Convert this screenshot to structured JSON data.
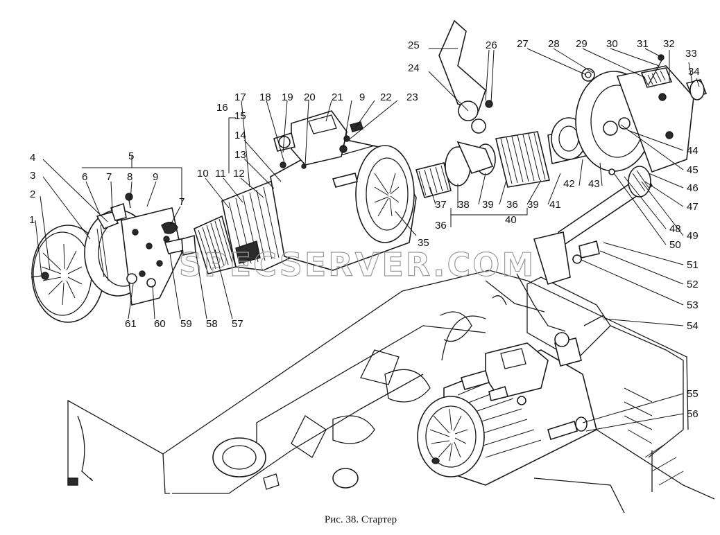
{
  "figure": {
    "caption": "Рис. 38. Стартер",
    "watermark": "SPECSERVER.COM",
    "callouts": [
      "1",
      "2",
      "3",
      "4",
      "5",
      "6",
      "7",
      "8",
      "9",
      "7",
      "10",
      "11",
      "12",
      "13",
      "14",
      "15",
      "16",
      "17",
      "18",
      "19",
      "20",
      "21",
      "9",
      "22",
      "23",
      "24",
      "25",
      "26",
      "27",
      "28",
      "29",
      "30",
      "31",
      "32",
      "33",
      "34",
      "35",
      "36",
      "37",
      "38",
      "39",
      "36",
      "39",
      "40",
      "41",
      "42",
      "43",
      "44",
      "45",
      "46",
      "47",
      "48",
      "49",
      "50",
      "51",
      "52",
      "53",
      "54",
      "55",
      "56",
      "57",
      "58",
      "59",
      "60",
      "61"
    ]
  }
}
